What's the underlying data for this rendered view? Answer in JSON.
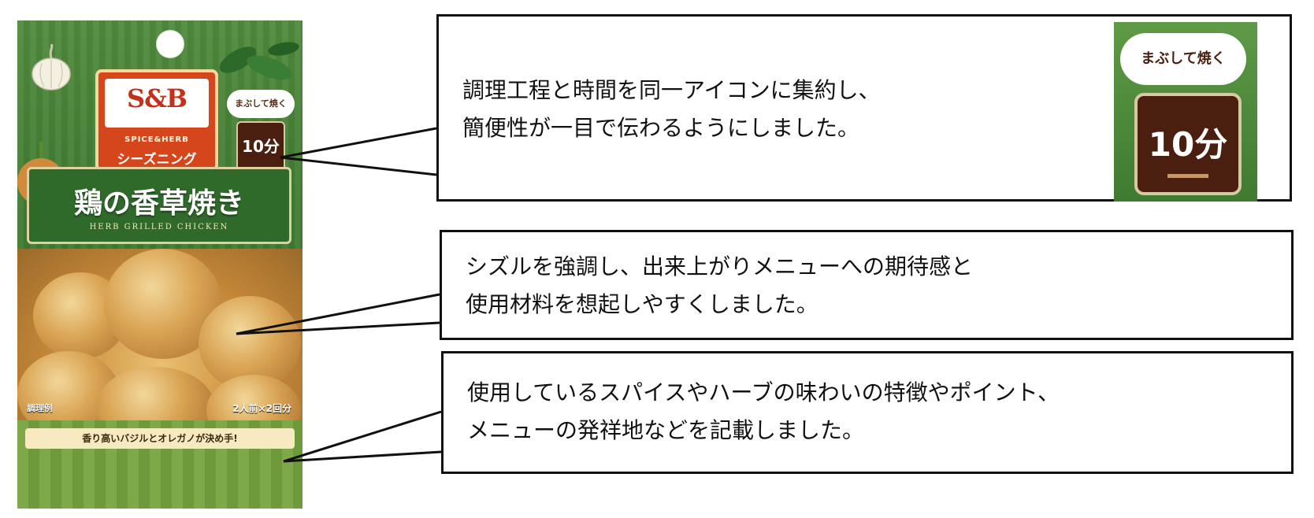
{
  "package": {
    "brand": "S&B",
    "brand_sub": "SPICE&HERB",
    "product_line": "シーズニング",
    "time_label": "まぶして焼く",
    "time_value": "10分",
    "title_jp": "鶏の香草焼き",
    "title_en": "HERB GRILLED CHICKEN",
    "serving_note": "調理例",
    "servings": "2人前×2回分",
    "catchphrase": "香り高いバジルとオレガノが決め手!"
  },
  "callouts": [
    {
      "lines": [
        "調理工程と時間を同一アイコンに集約し、",
        "簡便性が一目で伝わるようにしました。"
      ]
    },
    {
      "lines": [
        "シズルを強調し、出来上がりメニューへの期待感と",
        "使用材料を想起しやすくしました。"
      ]
    },
    {
      "lines": [
        "使用しているスパイスやハーブの味わいの特徴やポイント、",
        "メニューの発祥地などを記載しました。"
      ]
    }
  ],
  "zoom_icon": {
    "time_label": "まぶして焼く",
    "time_value": "10分"
  },
  "colors": {
    "package_green": "#3f7a31",
    "logo_red": "#d6461c",
    "icon_brown": "#4a1f0f",
    "line": "#111111"
  }
}
